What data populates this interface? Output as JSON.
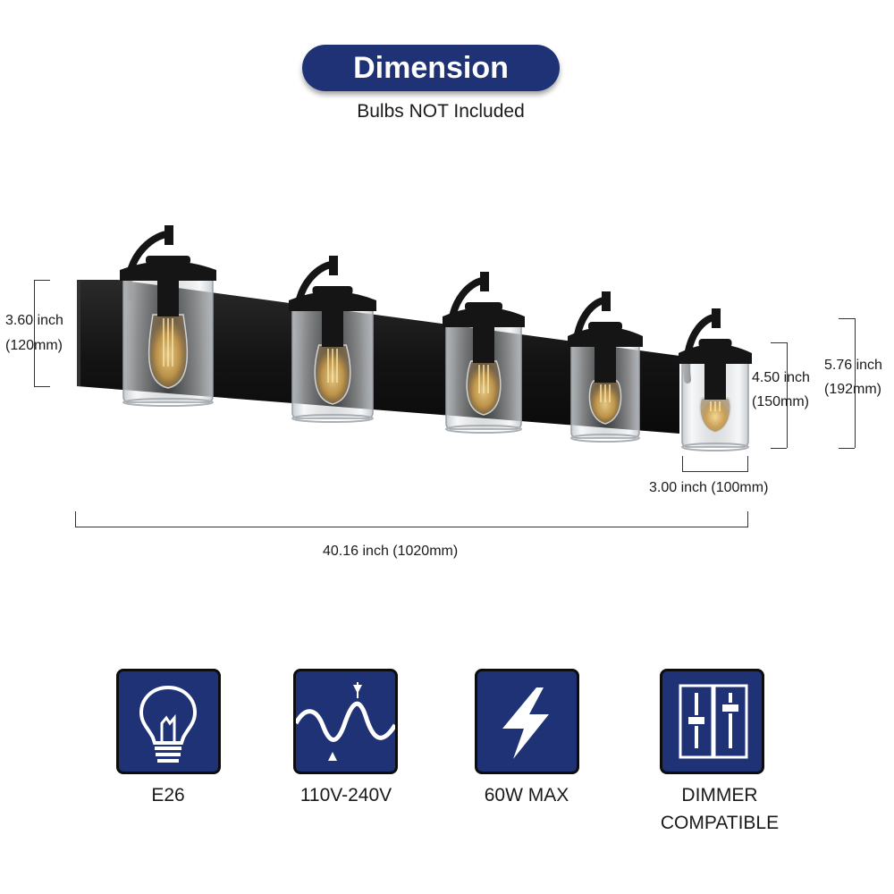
{
  "header": {
    "title": "Dimension",
    "subtitle": "Bulbs NOT Included"
  },
  "dimensions": {
    "backplate_height": {
      "inch": "3.60 inch",
      "mm": "(120mm)"
    },
    "shade_height": {
      "inch": "4.50 inch",
      "mm": "(150mm)"
    },
    "total_height": {
      "inch": "5.76 inch",
      "mm": "(192mm)"
    },
    "shade_width": "3.00 inch (100mm)",
    "total_length": "40.16 inch (1020mm)"
  },
  "fixture": {
    "finish_color": "#151515",
    "shade_color": "#dfe3e6",
    "bulb_glow": "#e9c67a",
    "lights": 5
  },
  "features": [
    {
      "icon": "light-bulb-icon",
      "label": "E26"
    },
    {
      "icon": "voltage-wave-icon",
      "label": "110V-240V"
    },
    {
      "icon": "lightning-bolt-icon",
      "label": "60W MAX"
    },
    {
      "icon": "dimmer-switch-icon",
      "label": "DIMMER COMPATIBLE"
    }
  ],
  "colors": {
    "accent": "#1f3275",
    "tile_border": "#0d0d0d"
  }
}
